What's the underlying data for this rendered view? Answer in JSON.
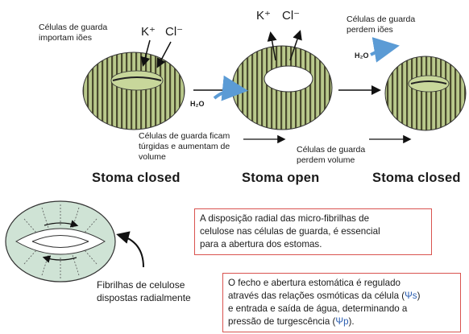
{
  "top": {
    "label_import": [
      "Células de guarda",
      "importam iões"
    ],
    "ions_left": [
      "K⁺",
      "Cl⁻"
    ],
    "ions_mid": [
      "K⁺",
      "Cl⁻"
    ],
    "label_lose": [
      "Células de guarda",
      "perdem iões"
    ],
    "water_left": "H₂O",
    "water_right": "H₂O",
    "label_turgid": [
      "Células de guarda ficam",
      "túrgidas e aumentam de",
      "volume"
    ],
    "label_volume": [
      "Células de guarda",
      "perdem  volume"
    ]
  },
  "stages": [
    "Stoma closed",
    "Stoma open",
    "Stoma closed"
  ],
  "bottom": {
    "fibril_label": [
      "Fibrilhas de celulose",
      "dispostas radialmente"
    ],
    "box1": [
      "A disposição radial das micro-fibrilhas de",
      "celulose nas células de guarda, é essencial",
      "para a abertura dos estomas."
    ],
    "box2_line1": "O fecho e abertura estomática é regulado",
    "box2_line2_a": "através das relações osmóticas da célula (",
    "box2_psi_s": "Ψs",
    "box2_line2_b": ")",
    "box2_line3": "e entrada e saída de água, determinando a",
    "box2_line4_a": "pressão de turgescência (",
    "box2_psi_p": "Ψp",
    "box2_line4_b": ")."
  },
  "colors": {
    "cell_fill": "#b9c98c",
    "cell_stripe": "#4a4a2e",
    "box_border": "#d9534f",
    "arrow_blue": "#5b9bd5",
    "fibril_fill": "#cfe3d5"
  }
}
